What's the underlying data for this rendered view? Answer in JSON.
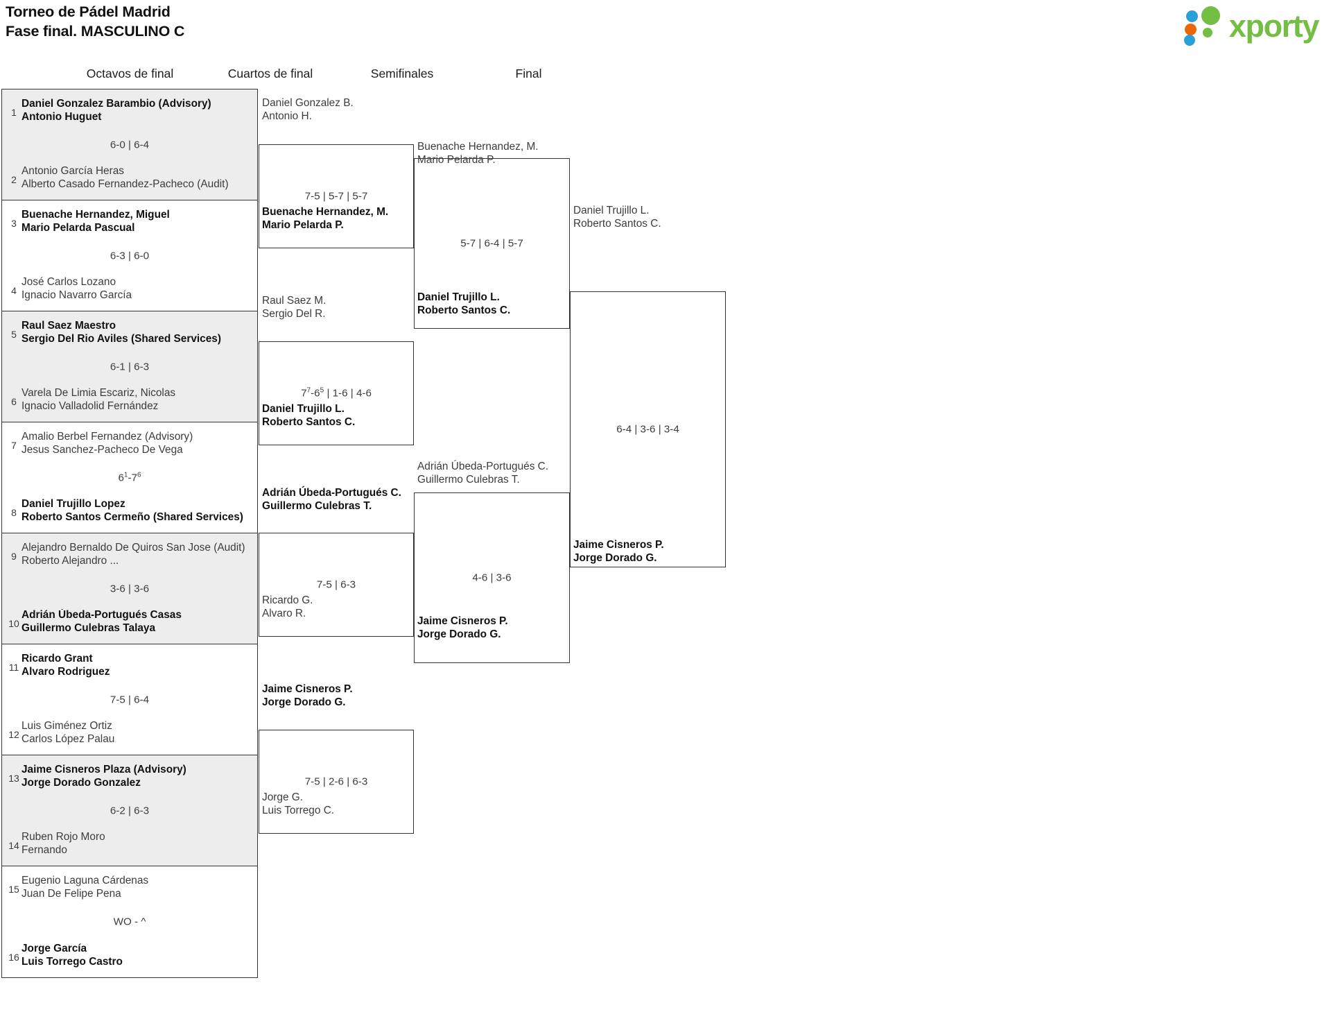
{
  "header": {
    "title_line1": "Torneo de Pádel Madrid",
    "title_line2": "Fase final. MASCULINO C",
    "logo_word": "xporty",
    "logo_colors": {
      "green": "#74bf43",
      "orange": "#ec6608",
      "blue": "#2a9fd8"
    }
  },
  "rounds": [
    {
      "key": "r16",
      "label": "Octavos de final"
    },
    {
      "key": "qf",
      "label": "Cuartos de final"
    },
    {
      "key": "sf",
      "label": "Semifinales"
    },
    {
      "key": "f",
      "label": "Final"
    }
  ],
  "round16": [
    {
      "shaded": true,
      "score": "6-0 | 6-4",
      "top": {
        "seed": "1",
        "line1": "Daniel Gonzalez Barambio (Advisory)",
        "line2": "Antonio Huguet",
        "winner": true
      },
      "bottom": {
        "seed": "2",
        "line1": "Antonio García Heras",
        "line2": "Alberto Casado Fernandez-Pacheco (Audit)",
        "winner": false
      }
    },
    {
      "shaded": false,
      "score": "6-3 | 6-0",
      "top": {
        "seed": "3",
        "line1": "Buenache Hernandez, Miguel",
        "line2": "Mario Pelarda Pascual",
        "winner": true
      },
      "bottom": {
        "seed": "4",
        "line1": "José Carlos Lozano",
        "line2": "Ignacio Navarro García",
        "winner": false
      }
    },
    {
      "shaded": true,
      "score": "6-1 | 6-3",
      "top": {
        "seed": "5",
        "line1": "Raul Saez Maestro",
        "line2": "Sergio Del Rio Aviles (Shared Services)",
        "winner": true
      },
      "bottom": {
        "seed": "6",
        "line1": "Varela De Limia Escariz, Nicolas",
        "line2": "Ignacio Valladolid Fernández",
        "winner": false
      }
    },
    {
      "shaded": false,
      "score": "6<sup>1</sup>-7<sup>6</sup>",
      "top": {
        "seed": "7",
        "line1": "Amalio Berbel Fernandez (Advisory)",
        "line2": "Jesus Sanchez-Pacheco De Vega",
        "winner": false
      },
      "bottom": {
        "seed": "8",
        "line1": "Daniel Trujillo Lopez",
        "line2": "Roberto Santos Cermeño (Shared Services)",
        "winner": true
      }
    },
    {
      "shaded": true,
      "score": "3-6 | 3-6",
      "top": {
        "seed": "9",
        "line1": "Alejandro Bernaldo De Quiros San Jose (Audit)",
        "line2": "Roberto Alejandro ...",
        "winner": false
      },
      "bottom": {
        "seed": "10",
        "line1": "Adrián Úbeda-Portugués Casas",
        "line2": "Guillermo Culebras Talaya",
        "winner": true
      }
    },
    {
      "shaded": false,
      "score": "7-5 | 6-4",
      "top": {
        "seed": "11",
        "line1": "Ricardo Grant",
        "line2": "Alvaro Rodriguez",
        "winner": true
      },
      "bottom": {
        "seed": "12",
        "line1": "Luis Giménez Ortiz",
        "line2": "Carlos López Palau",
        "winner": false
      }
    },
    {
      "shaded": true,
      "score": "6-2 | 6-3",
      "top": {
        "seed": "13",
        "line1": "Jaime Cisneros Plaza (Advisory)",
        "line2": "Jorge Dorado Gonzalez",
        "winner": true
      },
      "bottom": {
        "seed": "14",
        "line1": "Ruben Rojo Moro",
        "line2": "Fernando",
        "winner": false
      }
    },
    {
      "shaded": false,
      "score": "WO - ^",
      "top": {
        "seed": "15",
        "line1": "Eugenio Laguna Cárdenas",
        "line2": "Juan De Felipe Pena",
        "winner": false
      },
      "bottom": {
        "seed": "16",
        "line1": "Jorge García",
        "line2": "Luis Torrego Castro",
        "winner": true
      }
    }
  ],
  "quarters": [
    {
      "score": "7-5 | 5-7 | 5-7",
      "top": {
        "line1": "Daniel Gonzalez B.",
        "line2": "Antonio H.",
        "winner": false
      },
      "bottom": {
        "line1": "Buenache Hernandez, M.",
        "line2": "Mario Pelarda P.",
        "winner": true
      }
    },
    {
      "score": "7<sup>7</sup>-6<sup>5</sup> | 1-6 | 4-6",
      "top": {
        "line1": "Raul Saez M.",
        "line2": "Sergio Del R.",
        "winner": false
      },
      "bottom": {
        "line1": "Daniel Trujillo L.",
        "line2": "Roberto Santos C.",
        "winner": true
      }
    },
    {
      "score": "7-5 | 6-3",
      "top": {
        "line1": "Adrián Úbeda-Portugués C.",
        "line2": "Guillermo Culebras T.",
        "winner": true
      },
      "bottom": {
        "line1": "Ricardo G.",
        "line2": "Alvaro R.",
        "winner": false
      }
    },
    {
      "score": "7-5 | 2-6 | 6-3",
      "top": {
        "line1": "Jaime Cisneros P.",
        "line2": "Jorge Dorado G.",
        "winner": true
      },
      "bottom": {
        "line1": "Jorge G.",
        "line2": "Luis Torrego C.",
        "winner": false
      }
    }
  ],
  "semis": [
    {
      "score": "5-7 | 6-4 | 5-7",
      "top": {
        "line1": "Buenache Hernandez, M.",
        "line2": "Mario Pelarda P.",
        "winner": false
      },
      "bottom": {
        "line1": "Daniel Trujillo L.",
        "line2": "Roberto Santos C.",
        "winner": true
      }
    },
    {
      "score": "4-6 | 3-6",
      "top": {
        "line1": "Adrián Úbeda-Portugués C.",
        "line2": "Guillermo Culebras T.",
        "winner": false
      },
      "bottom": {
        "line1": "Jaime Cisneros P.",
        "line2": "Jorge Dorado G.",
        "winner": true
      }
    }
  ],
  "final": {
    "score": "6-4 | 3-6 | 3-4",
    "top": {
      "line1": "Daniel Trujillo L.",
      "line2": "Roberto Santos C.",
      "winner": false
    },
    "bottom": {
      "line1": "Jaime Cisneros P.",
      "line2": "Jorge Dorado G.",
      "winner": true
    }
  }
}
